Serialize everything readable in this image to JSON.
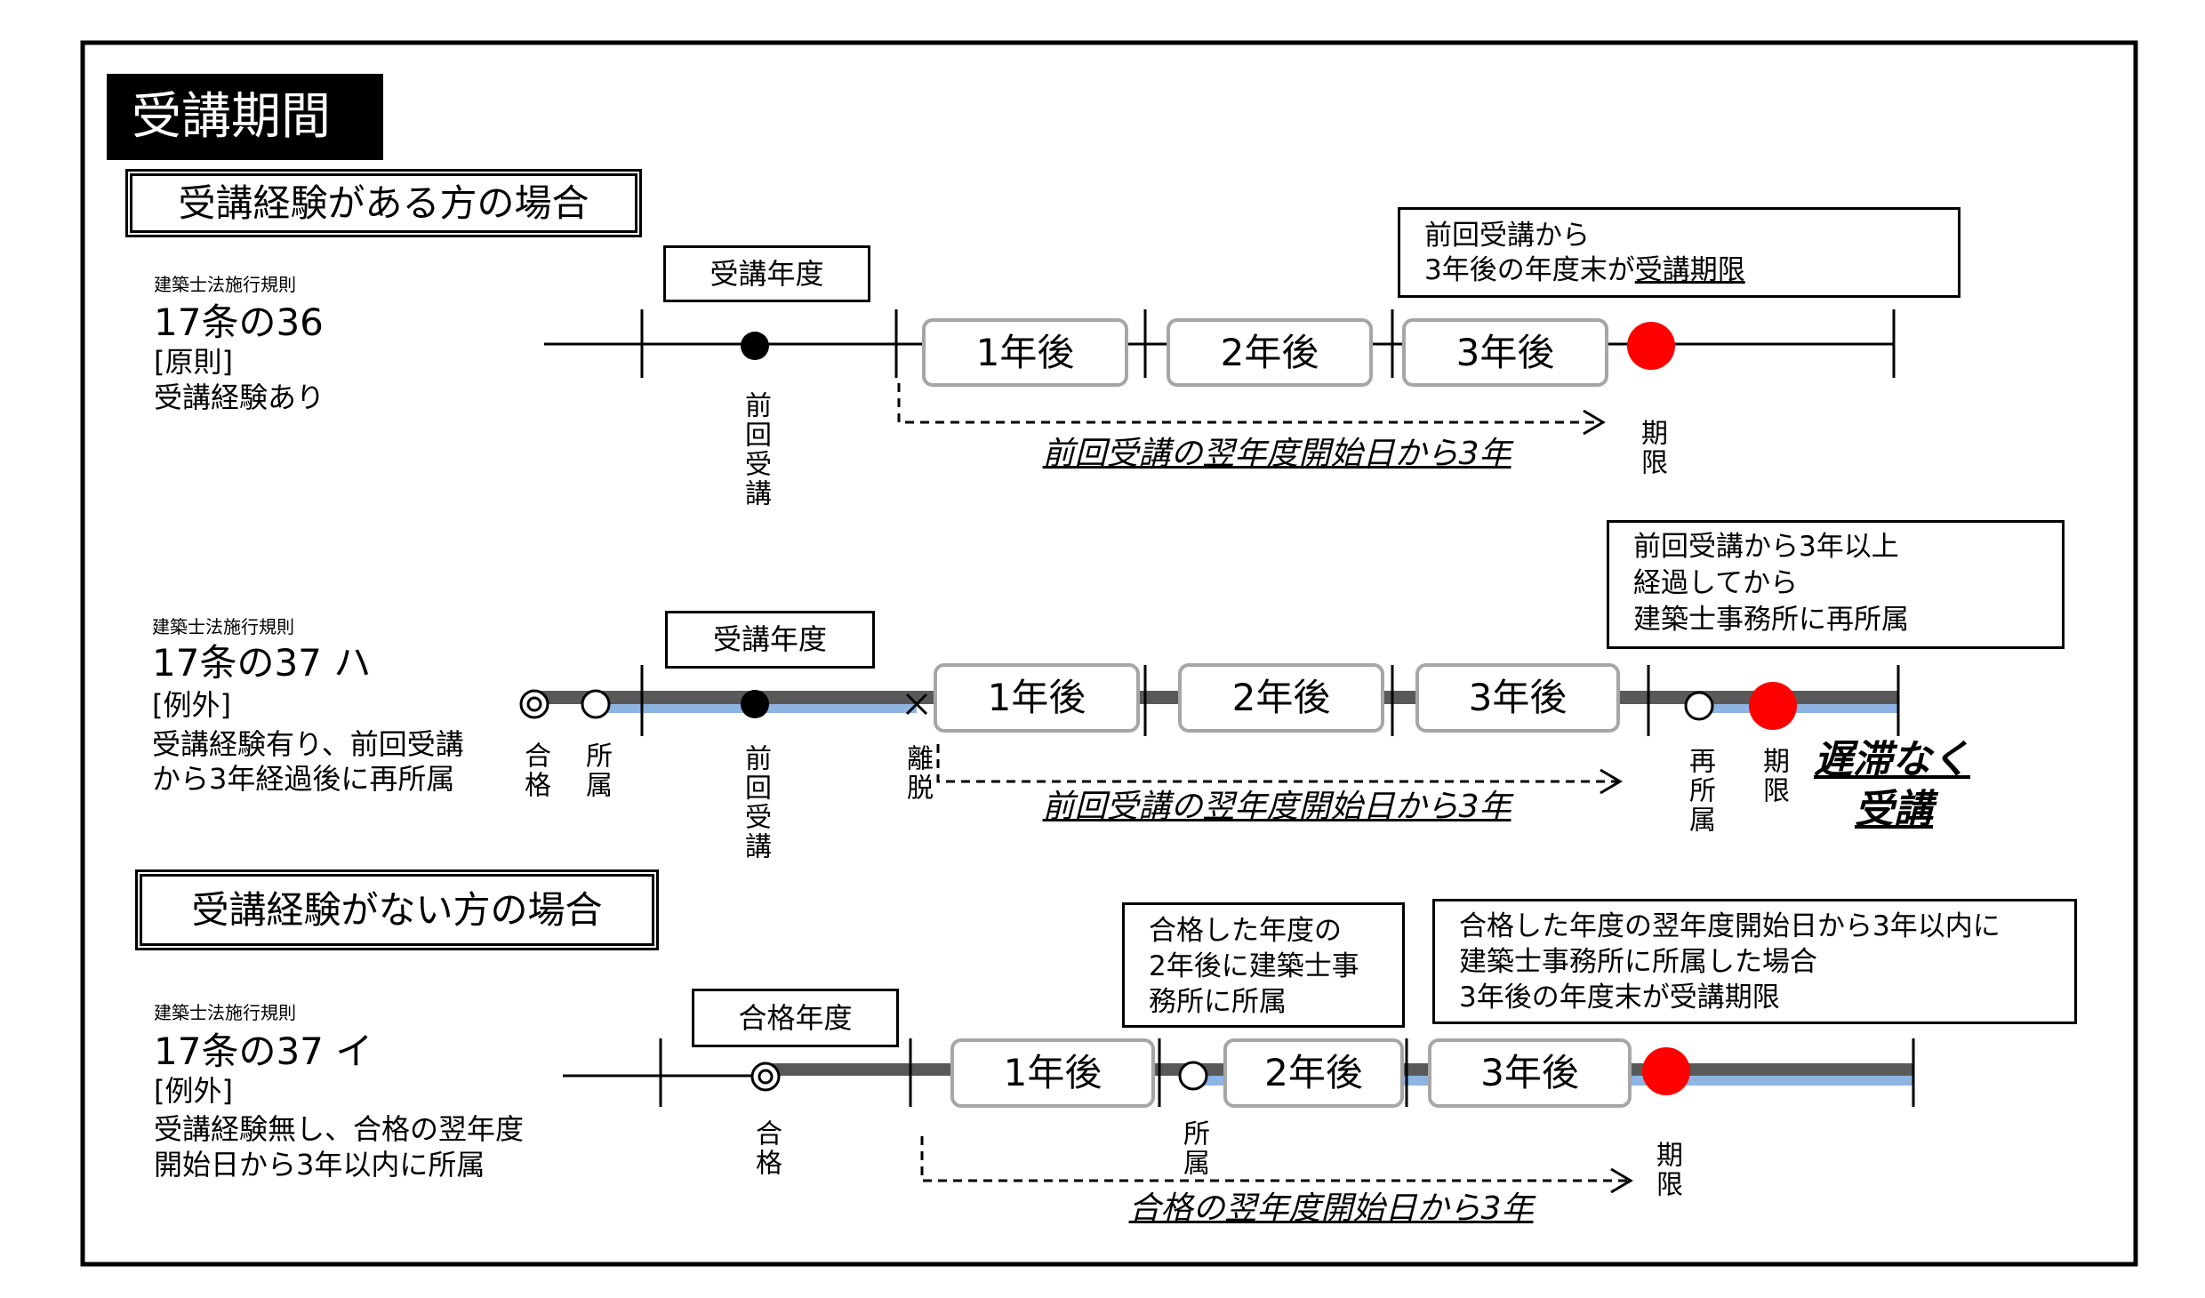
{
  "page_title": "受講期間",
  "colors": {
    "deadline": "#ff0000",
    "bar": "#595959",
    "affiliation": "#8db4e2",
    "year_box_border": "#a6a6a6"
  },
  "group_headers": {
    "with_experience": "受講経験がある方の場合",
    "without_experience": "受講経験がない方の場合"
  },
  "rule_17_36": {
    "law": "建築士法施行規則",
    "article": "17条の36",
    "category": "[原則]",
    "description": [
      "受講経験あり"
    ],
    "base_year": "受講年度",
    "years": [
      "1年後",
      "2年後",
      "3年後"
    ],
    "note": {
      "line1": "前回受講から",
      "line2": "3年後の年度末が",
      "line2_underlined": "受講期限"
    },
    "markers": {
      "previous_course": "前回受講",
      "deadline": "期限"
    },
    "span": "前回受講の翌年度開始日から3年"
  },
  "rule_17_37_ha": {
    "law": "建築士法施行規則",
    "article": "17条の37 ハ",
    "category": "[例外]",
    "description": [
      "受講経験有り、前回受講",
      "から3年経過後に再所属"
    ],
    "base_year": "受講年度",
    "years": [
      "1年後",
      "2年後",
      "3年後"
    ],
    "note": [
      "前回受講から3年以上",
      "経過してから",
      "建築士事務所に再所属"
    ],
    "markers": {
      "passed": "合格",
      "affiliated": "所属",
      "previous_course": "前回受講",
      "departed": "離脱",
      "reaffiliated": "再所属",
      "deadline": "期限"
    },
    "span": "前回受講の翌年度開始日から3年",
    "emphasis": [
      "遅滞なく",
      "受講"
    ]
  },
  "rule_17_37_i": {
    "law": "建築士法施行規則",
    "article": "17条の37 イ",
    "category": "[例外]",
    "description": [
      "受講経験無し、合格の翌年度",
      "開始日から3年以内に所属"
    ],
    "base_year": "合格年度",
    "years": [
      "1年後",
      "2年後",
      "3年後"
    ],
    "affiliation_note": [
      "合格した年度の",
      "2年後に建築士事",
      "務所に所属"
    ],
    "deadline_note": [
      "合格した年度の翌年度開始日から3年以内に",
      "建築士事務所に所属した場合",
      "3年後の年度末が受講期限"
    ],
    "markers": {
      "passed": "合格",
      "affiliated": "所属",
      "deadline": "期限"
    },
    "span": "合格の翌年度開始日から3年"
  }
}
